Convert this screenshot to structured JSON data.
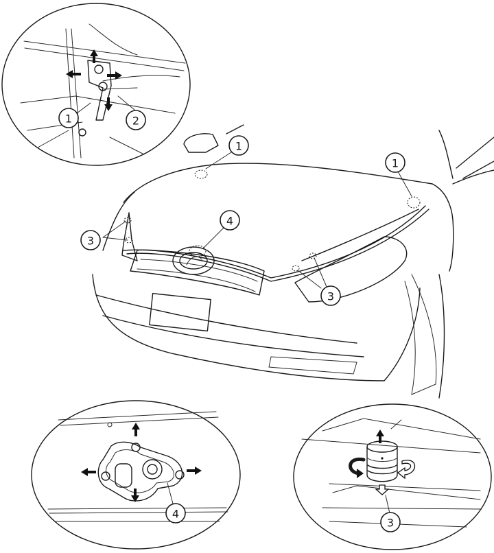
{
  "callouts": {
    "inset_hinge_1": "1",
    "inset_hinge_2": "2",
    "hood_hinge_left": "1",
    "hood_hinge_right": "1",
    "bumper_stop_left": "3",
    "bumper_stop_right": "3",
    "latch_striker": "4",
    "inset_latch_4": "4",
    "inset_stop_3": "3"
  }
}
